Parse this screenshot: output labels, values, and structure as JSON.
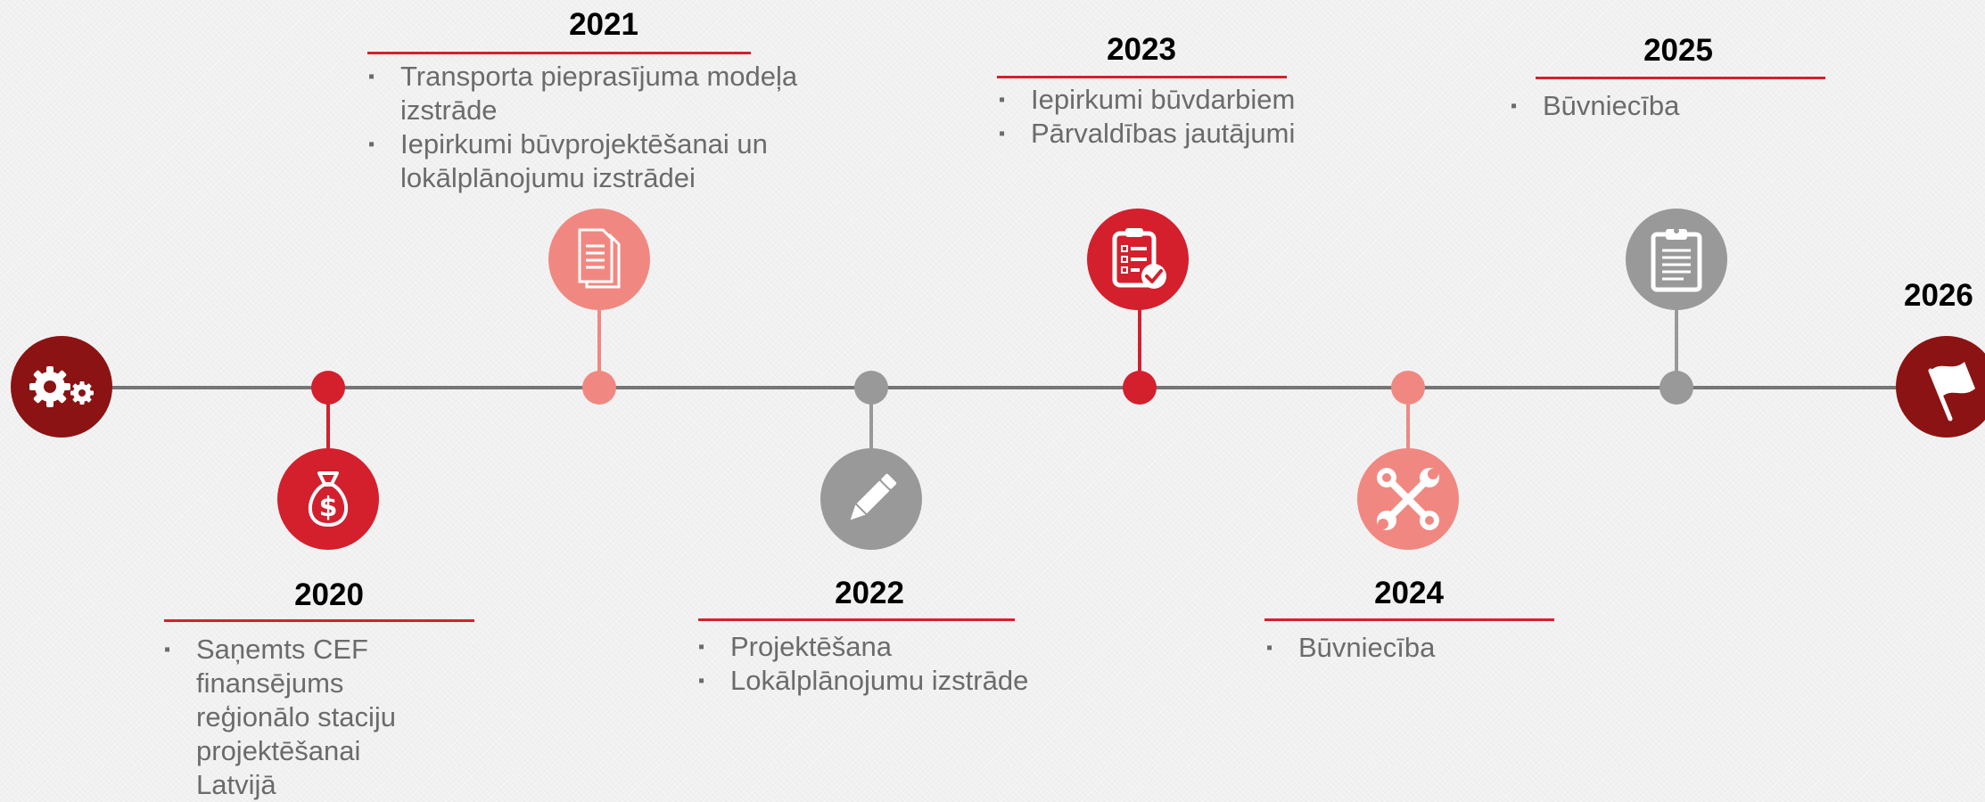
{
  "colors": {
    "axis": "#757575",
    "red": "#d41f2d",
    "pink": "#f08881",
    "grey": "#999999",
    "dark_red": "#8c1313",
    "rule": "#d71f2d"
  },
  "start_icon": "gears-icon",
  "end": {
    "year": "2026",
    "icon": "flag-icon"
  },
  "milestones": [
    {
      "year": "2020",
      "color": "red",
      "icon": "money-bag-icon",
      "bullets": [
        "Saņemts CEF finansējums reģionālo staciju projektēšanai Latvijā"
      ]
    },
    {
      "year": "2021",
      "color": "pink",
      "icon": "documents-icon",
      "bullets": [
        "Transporta pieprasījuma modeļa izstrāde",
        "Iepirkumi būvprojektēšanai un lokālplānojumu izstrādei"
      ]
    },
    {
      "year": "2022",
      "color": "grey",
      "icon": "pencil-icon",
      "bullets": [
        "Projektēšana",
        "Lokālplānojumu izstrāde"
      ]
    },
    {
      "year": "2023",
      "color": "red",
      "icon": "clipboard-checklist-icon",
      "bullets": [
        "Iepirkumi būvdarbiem",
        "Pārvaldības jautājumi"
      ]
    },
    {
      "year": "2024",
      "color": "pink",
      "icon": "tools-icon",
      "bullets": [
        "Būvniecība"
      ]
    },
    {
      "year": "2025",
      "color": "grey",
      "icon": "clipboard-icon",
      "bullets": [
        "Būvniecība"
      ]
    }
  ]
}
